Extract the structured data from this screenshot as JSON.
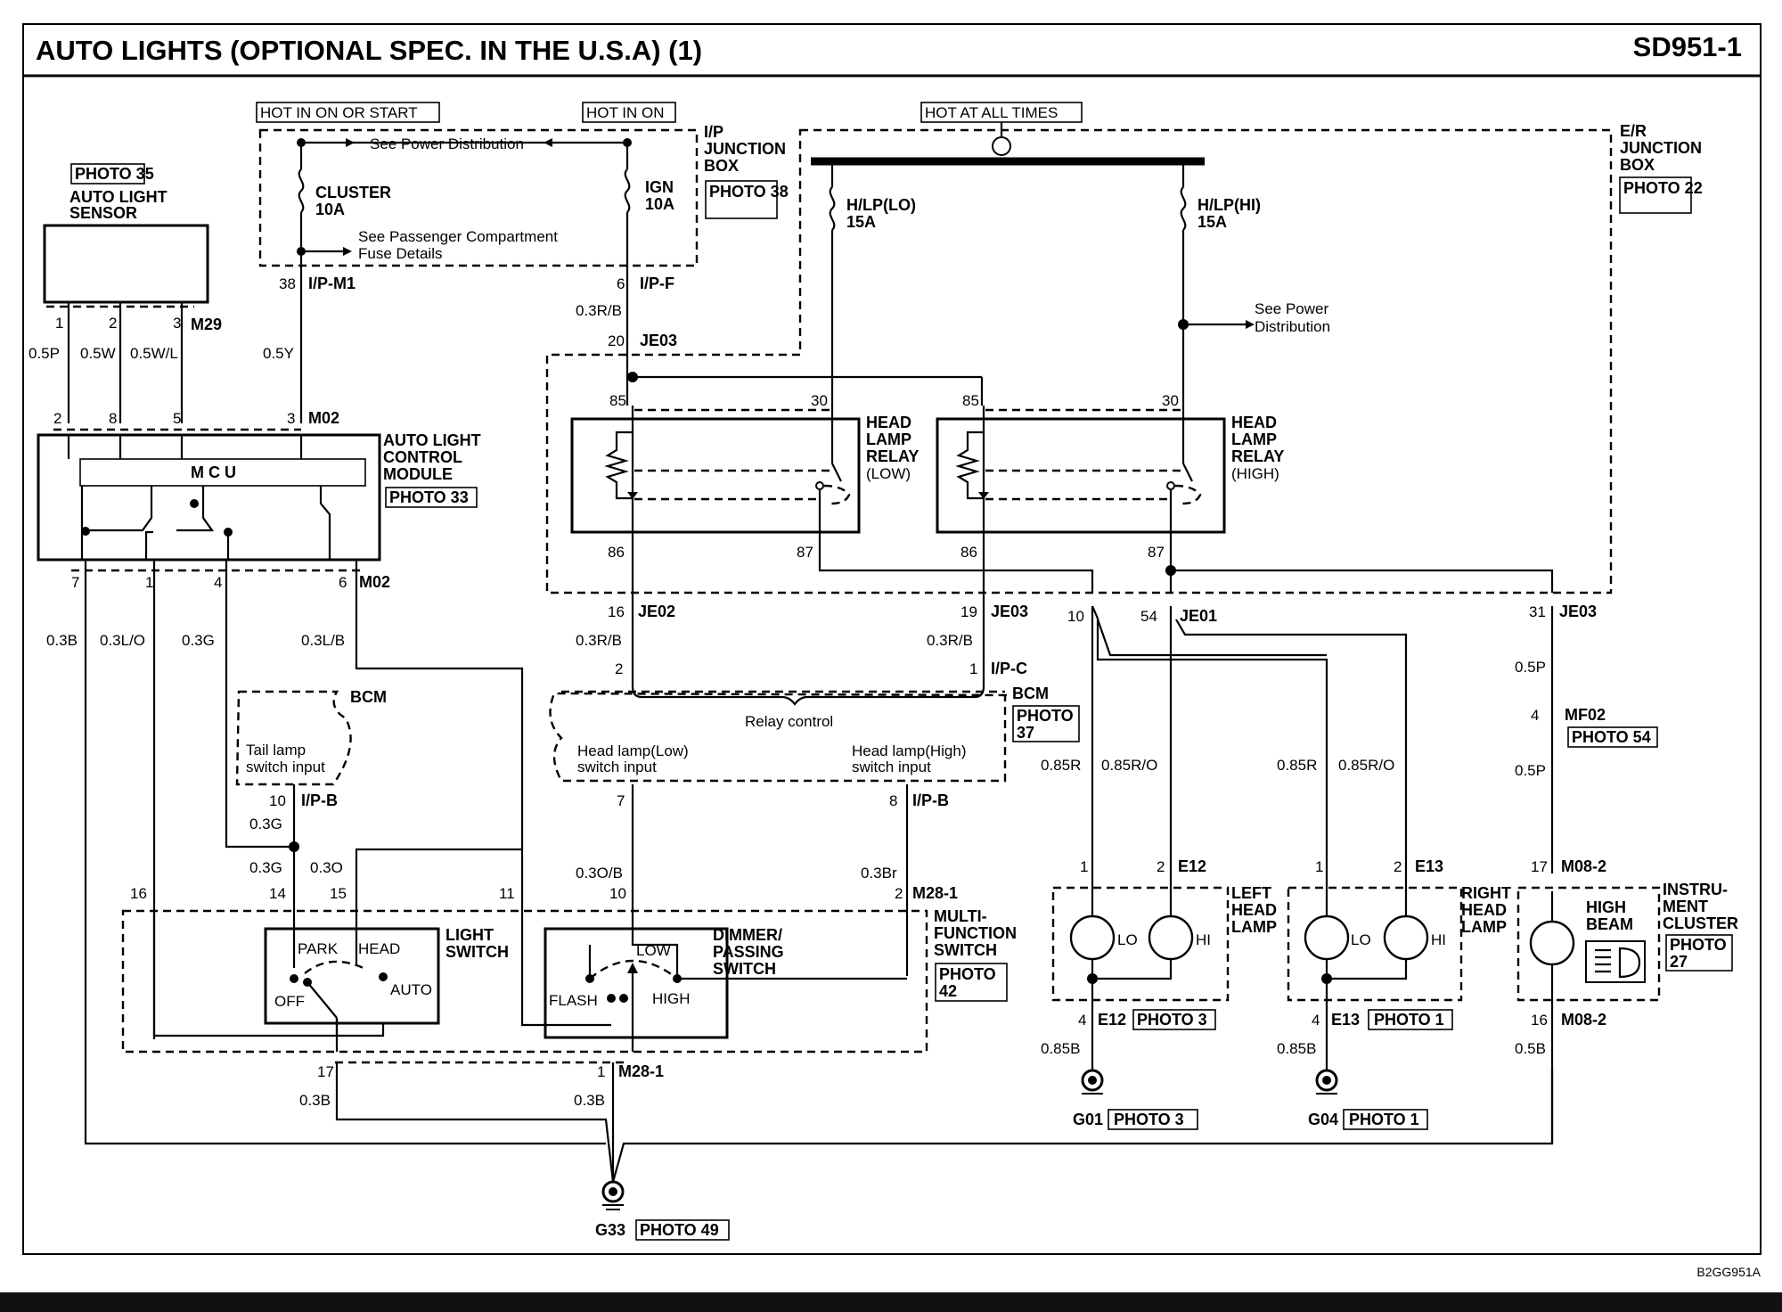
{
  "header": {
    "title": "AUTO LIGHTS (OPTIONAL SPEC. IN THE U.S.A)  (1)",
    "code": "SD951-1"
  },
  "doc_id": "B2GG951A",
  "power": {
    "hot_on_or_start": "HOT IN ON OR START",
    "hot_in_on": "HOT IN ON",
    "hot_all_times": "HOT AT ALL TIMES"
  },
  "ip_box": {
    "name": "I/P JUNCTION BOX",
    "photo": "PHOTO 38",
    "see_power": "See Power Distribution",
    "see_pass1": "See Passenger Compartment",
    "see_pass2": "Fuse Details",
    "fuse_cluster": "CLUSTER",
    "fuse_cluster_amp": "10A",
    "fuse_ign": "IGN",
    "fuse_ign_amp": "10A"
  },
  "er_box": {
    "name1": "E/R",
    "name2": "JUNCTION",
    "name3": "BOX",
    "photo": "PHOTO 22",
    "fuse_lo": "H/LP(LO)",
    "fuse_lo_amp": "15A",
    "fuse_hi": "H/LP(HI)",
    "fuse_hi_amp": "15A",
    "see_power1": "See Power",
    "see_power2": "Distribution"
  },
  "sensor": {
    "photo": "PHOTO 35",
    "name1": "AUTO LIGHT",
    "name2": "SENSOR",
    "connector": "M29"
  },
  "module": {
    "name1": "AUTO LIGHT",
    "name2": "CONTROL",
    "name3": "MODULE",
    "photo": "PHOTO 33",
    "mcu": "M C U",
    "conn_top": "M02",
    "conn_bot": "M02"
  },
  "relay_low": {
    "l1": "HEAD",
    "l2": "LAMP",
    "l3": "RELAY",
    "l4": "(LOW)"
  },
  "relay_high": {
    "l1": "HEAD",
    "l2": "LAMP",
    "l3": "RELAY",
    "l4": "(HIGH)"
  },
  "bcm": {
    "label": "BCM",
    "photo1": "PHOTO",
    "photo2": "37",
    "tail1": "Tail lamp",
    "tail2": "switch input",
    "relay": "Relay control",
    "hlow1": "Head lamp(Low)",
    "hlow2": "switch input",
    "hhigh1": "Head lamp(High)",
    "hhigh2": "switch input"
  },
  "mfs": {
    "name1": "MULTI-",
    "name2": "FUNCTION",
    "name3": "SWITCH",
    "photo1": "PHOTO",
    "photo2": "42",
    "light1": "LIGHT",
    "light2": "SWITCH",
    "park": "PARK",
    "head": "HEAD",
    "off": "OFF",
    "auto": "AUTO",
    "dim1": "DIMMER/",
    "dim2": "PASSING",
    "dim3": "SWITCH",
    "low": "LOW",
    "flash": "FLASH",
    "high": "HIGH"
  },
  "lamps": {
    "left1": "LEFT",
    "left2": "HEAD",
    "left3": "LAMP",
    "right1": "RIGHT",
    "right2": "HEAD",
    "right3": "LAMP",
    "lo": "LO",
    "hi": "HI"
  },
  "cluster": {
    "name1": "INSTRU-",
    "name2": "MENT",
    "name3": "CLUSTER",
    "photo1": "PHOTO",
    "photo2": "27",
    "hb1": "HIGH",
    "hb2": "BEAM"
  },
  "grounds": {
    "g01": "G01",
    "g01_photo": "PHOTO 3",
    "g04": "G04",
    "g04_photo": "PHOTO 1",
    "g33": "G33",
    "g33_photo": "PHOTO 49"
  },
  "connectors": {
    "ipm1": "I/P-M1",
    "ipf": "I/P-F",
    "je03a": "JE03",
    "je02": "JE02",
    "je03b": "JE03",
    "je01": "JE01",
    "je03c": "JE03",
    "ipc": "I/P-C",
    "ipb1": "I/P-B",
    "ipb2": "I/P-B",
    "m281a": "M28-1",
    "m281b": "M28-1",
    "e12a": "E12",
    "e12b": "E12",
    "e12photo": "PHOTO 3",
    "e13a": "E13",
    "e13b": "E13",
    "e13photo": "PHOTO 1",
    "mf02": "MF02",
    "mf02photo": "PHOTO 54",
    "m082a": "M08-2",
    "m082b": "M08-2"
  },
  "wires": {
    "s1": "0.5P",
    "s2": "0.5W",
    "s3": "0.5W/L",
    "ipm1": "0.5Y",
    "ipf": "0.3R/B",
    "m02_7": "0.3B",
    "m02_1": "0.3L/O",
    "m02_4": "0.3G",
    "m02_6": "0.3L/B",
    "je02": "0.3R/B",
    "je03": "0.3R/B",
    "ipb10": "0.3G",
    "g1": "0.3G",
    "o1": "0.3O",
    "ipb7": "0.3O/B",
    "ipb8": "0.3Br",
    "lo_r": "0.85R",
    "lo_ro": "0.85R/O",
    "hi_r": "0.85R",
    "hi_ro": "0.85R/O",
    "p1": "0.5P",
    "p2": "0.5P",
    "e12g": "0.85B",
    "e13g": "0.85B",
    "m082b": "0.5B",
    "b17": "0.3B",
    "b1": "0.3B"
  },
  "pins": {
    "s1": "1",
    "s2": "2",
    "s3": "3",
    "ipm1": "38",
    "ipf": "6",
    "je03a": "20",
    "m_in_2": "2",
    "m_in_8": "8",
    "m_in_5": "5",
    "m_in_3": "3",
    "m_out_7": "7",
    "m_out_1": "1",
    "m_out_4": "4",
    "m_out_6": "6",
    "r85a": "85",
    "r30a": "30",
    "r86a": "86",
    "r87a": "87",
    "r85b": "85",
    "r30b": "30",
    "r86b": "86",
    "r87b": "87",
    "je02": "16",
    "je03b": "19",
    "je01a": "10",
    "je01b": "54",
    "je03c": "31",
    "ipc2": "2",
    "ipc1": "1",
    "ipb10": "10",
    "ipb7": "7",
    "ipb8": "8",
    "mf02": "4",
    "m082a": "17",
    "m082b": "16",
    "sw16": "16",
    "sw14": "14",
    "sw15": "15",
    "sw11": "11",
    "sw10": "10",
    "sw2": "2",
    "sw17": "17",
    "sw1": "1",
    "e12_1": "1",
    "e12_2": "2",
    "e12_4": "4",
    "e13_1": "1",
    "e13_2": "2",
    "e13_4": "4"
  }
}
